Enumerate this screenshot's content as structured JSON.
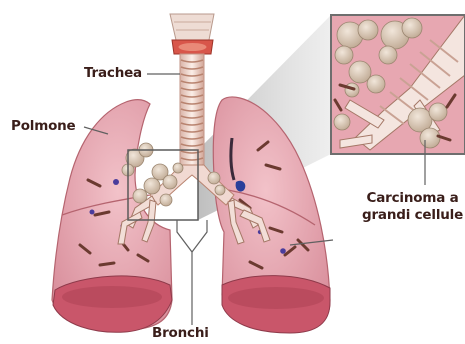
{
  "labels": {
    "trachea": "Trachea",
    "polmone": "Polmone",
    "carcinoma_line1": "Carcinoma a",
    "carcinoma_line2": "grandi cellule",
    "bronchi": "Bronchi"
  },
  "colors": {
    "lung": "#e6a9b3",
    "lung_dark": "#b5646f",
    "lung_cut": "#c9566a",
    "trachea": "#f1d9d2",
    "trachea_ring": "#b8836f",
    "tumor": "#d8c8b6",
    "callout_frame": "#6e6e6e",
    "leader": "#606060"
  },
  "icons": [
    "lung-illustration",
    "trachea-illustration",
    "bronchi-illustration",
    "tumor-cluster",
    "magnifier-inset"
  ]
}
